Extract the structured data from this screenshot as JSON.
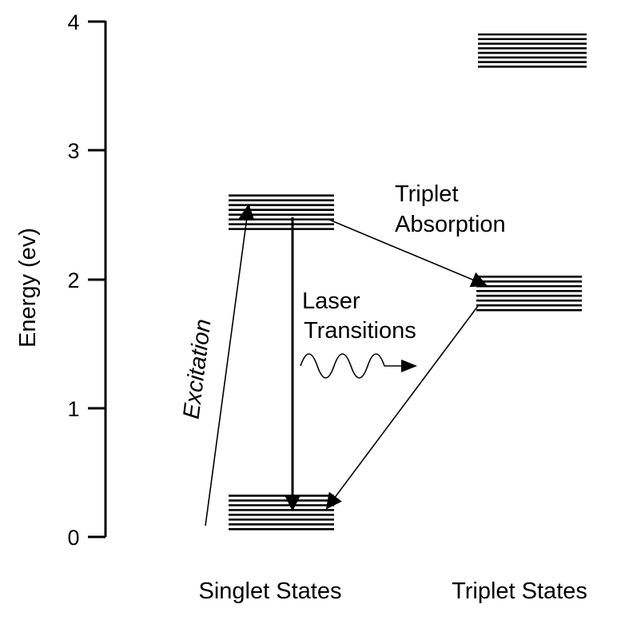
{
  "axis": {
    "ylabel": "Energy (ev)",
    "ticks": [
      "0",
      "1",
      "2",
      "3",
      "4"
    ],
    "ylim": [
      0,
      4
    ]
  },
  "columns": {
    "singlet": "Singlet States",
    "triplet": "Triplet States"
  },
  "annotations": {
    "excitation": "Excitation",
    "laser_line1": "Laser",
    "laser_line2": "Transitions",
    "triplet_line1": "Triplet",
    "triplet_line2": "Absorption"
  },
  "levels": {
    "singlet_upper": {
      "from": 2.39,
      "to": 2.65,
      "lines": 8
    },
    "singlet_ground": {
      "from": 0.06,
      "to": 0.32,
      "lines": 8
    },
    "triplet_lower": {
      "from": 1.76,
      "to": 2.02,
      "lines": 8
    },
    "triplet_upper": {
      "from": 3.65,
      "to": 3.9,
      "lines": 8
    }
  },
  "colors": {
    "ink": "#000000",
    "background": "#ffffff"
  }
}
